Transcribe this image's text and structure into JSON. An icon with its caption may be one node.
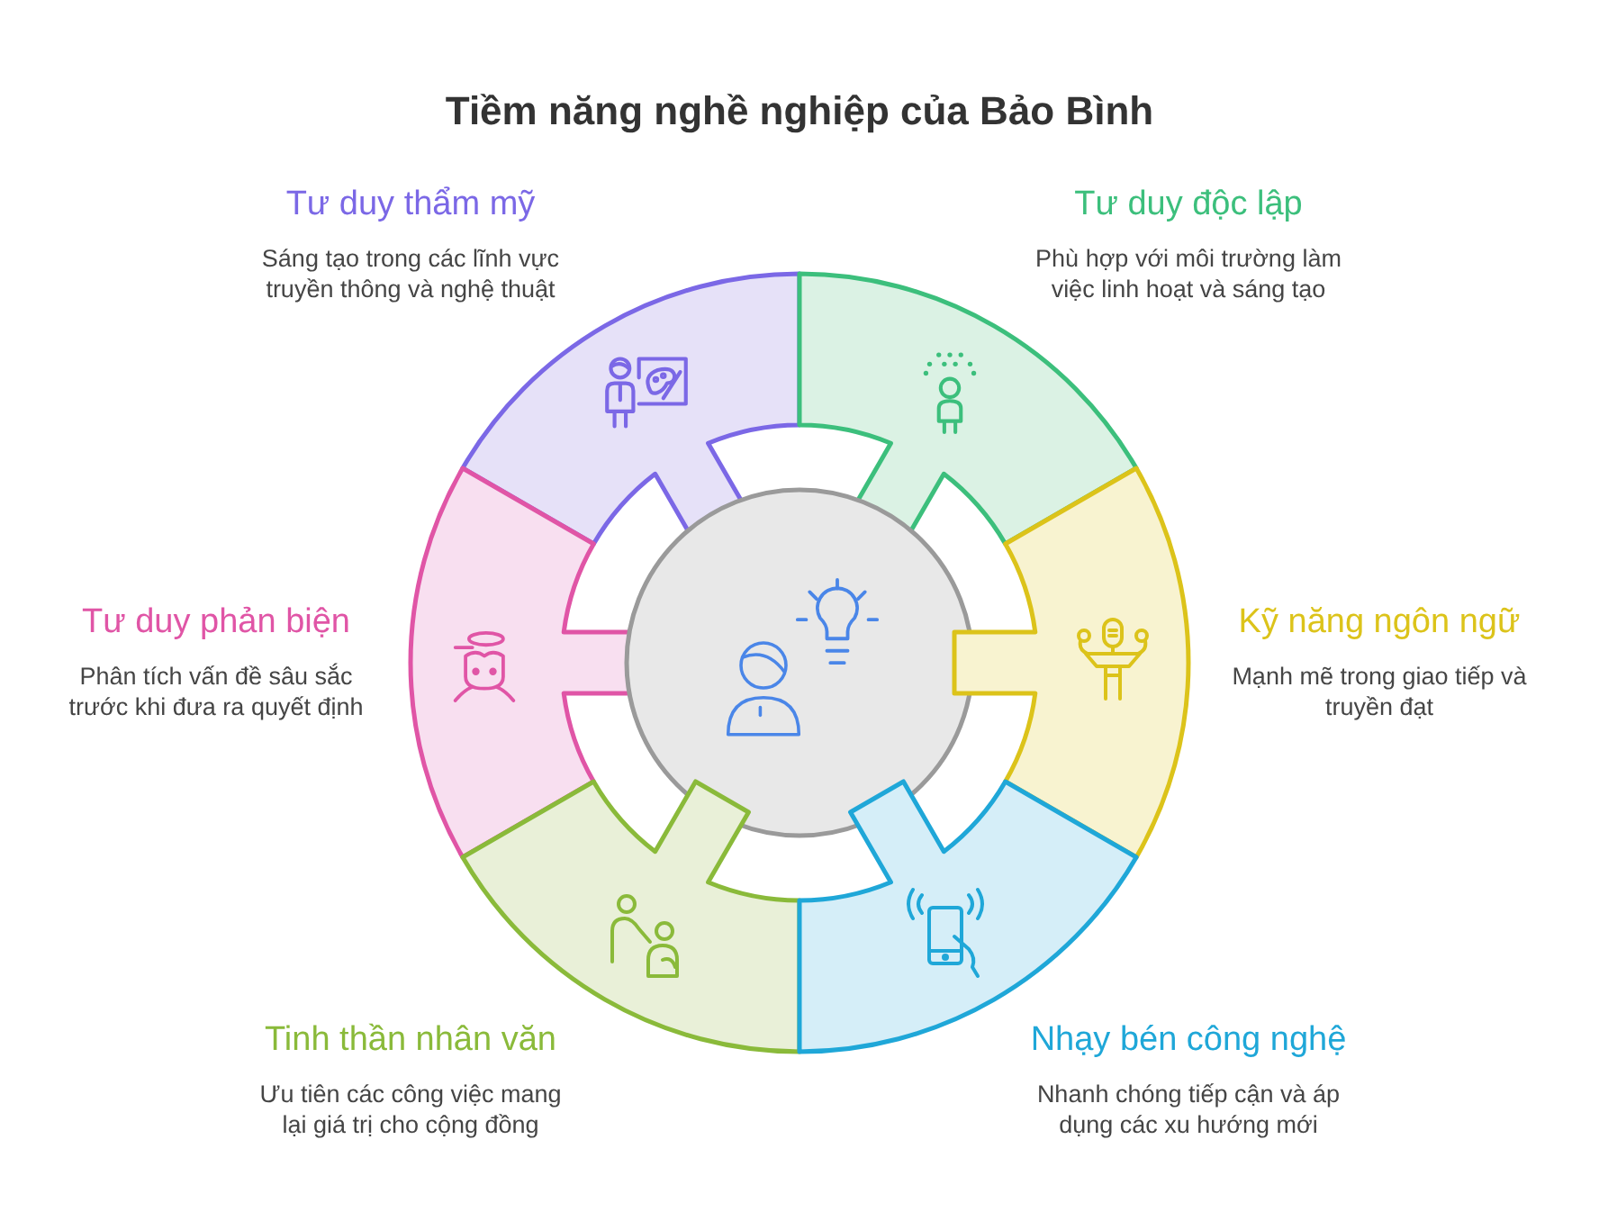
{
  "diagram": {
    "title": "Tiềm năng nghề nghiệp của Bảo Bình",
    "nodes": [
      {
        "text": [
          "Tư duy thẩm mỹ",
          "Sáng tạo trong các lĩnh vực truyền thông và nghệ thuật"
        ]
      },
      {
        "text": [
          "Tư duy độc lập",
          "Phù hợp với môi trường làm việc linh hoạt và sáng tạo"
        ]
      },
      {
        "text": [
          "Tư duy phản biện",
          "Phân tích vấn đề sâu sắc trước khi đưa ra quyết định"
        ]
      },
      {
        "text": [],
        "shape": "circle"
      },
      {
        "text": [
          "Kỹ năng ngôn ngữ",
          "Mạnh mẽ trong giao tiếp và truyền đạt"
        ]
      },
      {
        "text": [
          "Tinh thần nhân văn",
          "Ưu tiên các công việc mang lại giá trị cho cộng đồng"
        ]
      },
      {
        "text": [
          "Nhạy bén công nghệ",
          "Nhanh chóng tiếp cận và áp dụng các xu hướng mới"
        ]
      }
    ]
  }
}
